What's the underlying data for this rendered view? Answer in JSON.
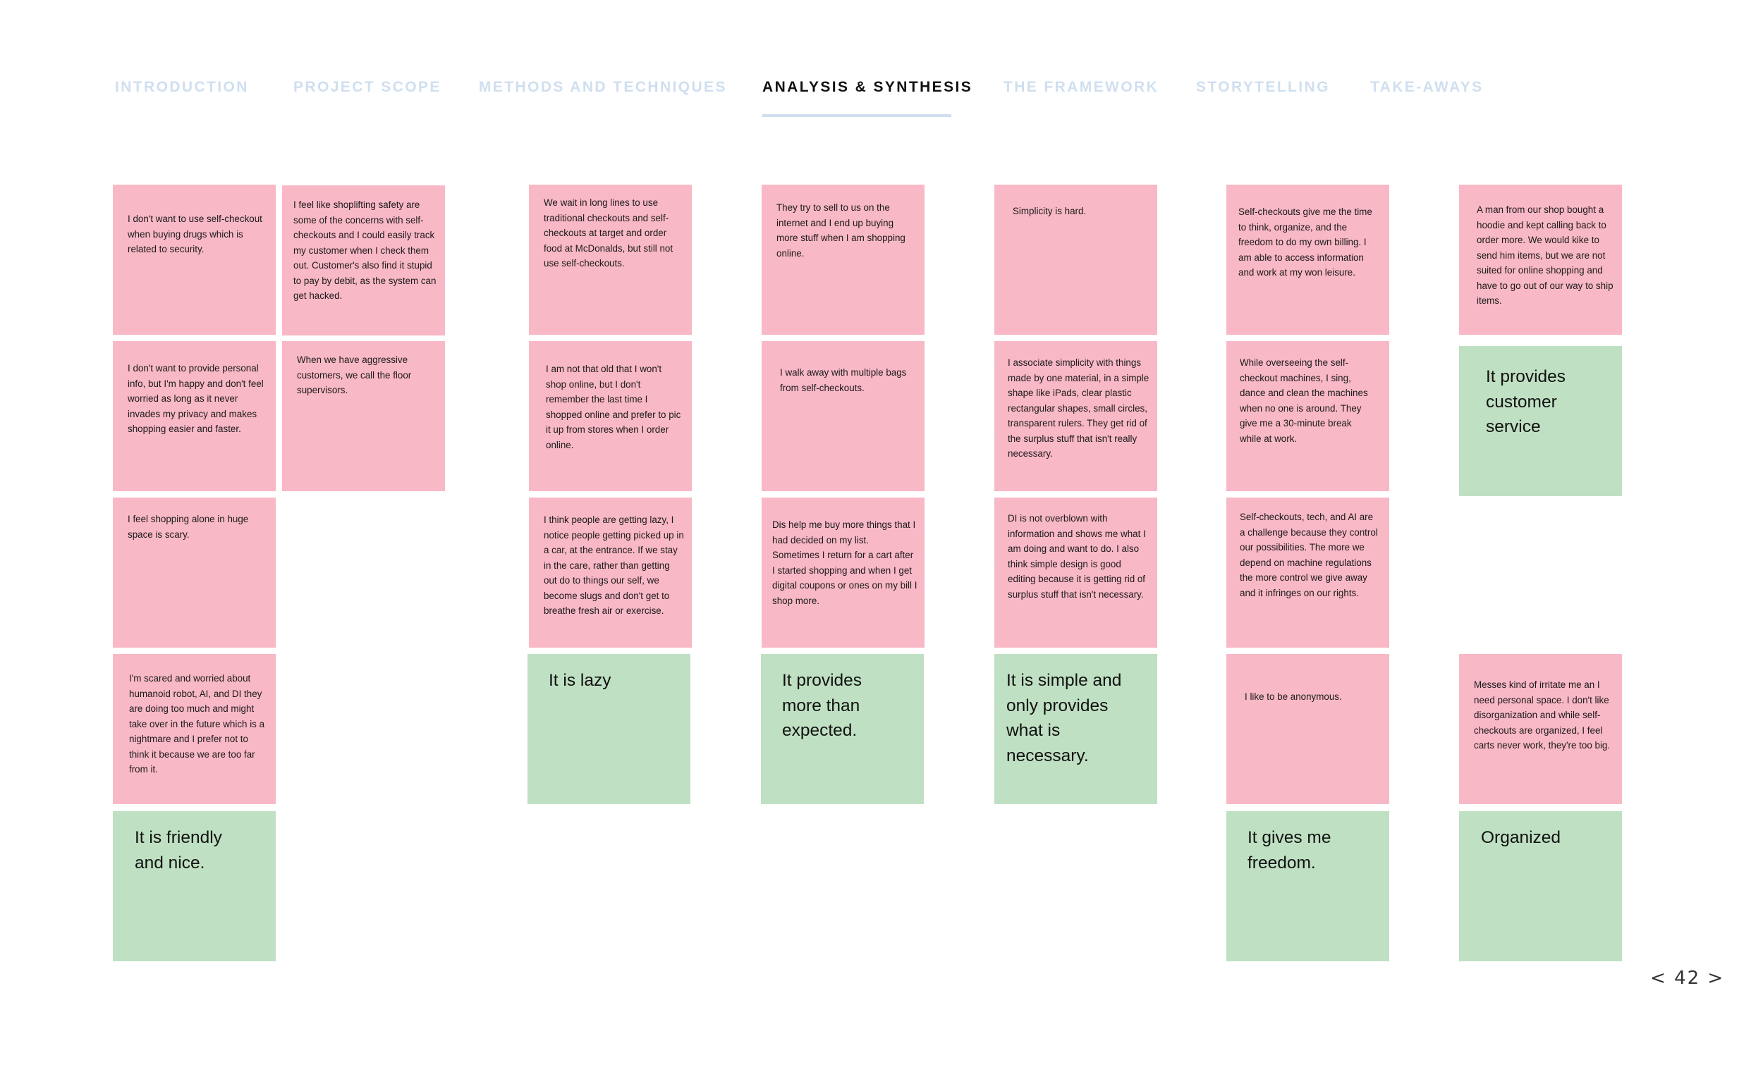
{
  "nav": {
    "items": [
      {
        "label": "INTRODUCTION",
        "active": false
      },
      {
        "label": "PROJECT SCOPE",
        "active": false
      },
      {
        "label": "METHODS AND TECHNIQUES",
        "active": false
      },
      {
        "label": "ANALYSIS & SYNTHESIS",
        "active": true
      },
      {
        "label": "THE FRAMEWORK",
        "active": false
      },
      {
        "label": "STORYTELLING",
        "active": false
      },
      {
        "label": "TAKE-AWAYS",
        "active": false
      }
    ]
  },
  "colors": {
    "pink_note": "#f9b8c6",
    "green_note": "#bfe0c2",
    "nav_inactive": "#cfdff0",
    "nav_active": "#111111",
    "underline": "#cfdff0"
  },
  "board": {
    "col_a": {
      "n1": "I don't want to use self-checkout when buying drugs which is related to security.",
      "n2": "I don't want to provide personal info, but I'm happy and don't feel worried as long as it never invades my privacy and makes shopping easier and faster.",
      "n3": "I feel shopping alone in huge space is scary.",
      "n4": "I'm scared and worried about humanoid robot, AI, and DI they are doing too much and might take over in the future which is a nightmare and I prefer not to think it because we are too far from it.",
      "insight": "It is friendly and nice."
    },
    "col_b": {
      "n1": "I feel like shoplifting safety are some of the concerns with self-checkouts and I could easily track my customer when I check them out. Customer's also find it stupid to pay by debit, as the system can get hacked.",
      "n2": "When we have aggressive customers, we call the floor supervisors."
    },
    "col_c": {
      "n1": "We wait in long lines to use traditional checkouts and self-checkouts at target and order food at McDonalds, but still not use self-checkouts.",
      "n2": "I am not that old that I won't shop online, but I don't remember the last time I shopped online and prefer to pic it up from stores when I order online.",
      "n3": "I think people are getting lazy, I notice people getting picked up in a car, at the entrance. If we stay in the care, rather than getting out do to things our self, we become slugs and don't get to breathe fresh air or exercise.",
      "insight": "It is lazy"
    },
    "col_d": {
      "n1": "They try to sell to us on the internet and I end up buying more stuff when I am shopping online.",
      "n2": "I walk away with multiple bags from self-checkouts.",
      "n3": "Dis help me buy more things that I had decided on my list. Sometimes I return for a cart after I started shopping and when I get digital coupons or ones on my bill I shop more.",
      "insight": "It provides more than expected."
    },
    "col_e": {
      "n1": "Simplicity is hard.",
      "n2": "I associate simplicity with things made by one material, in a simple shape like iPads, clear plastic rectangular shapes, small circles, transparent rulers. They get rid of the surplus stuff that isn't really necessary.",
      "n3": "DI is not overblown with information and shows me what I am doing and want to do. I also think simple design is good editing because it is getting rid of surplus stuff that isn't necessary.",
      "insight": "It is simple and only provides what is necessary."
    },
    "col_f": {
      "n1": "Self-checkouts give me the time to think, organize, and the freedom to do my own billing. I am able to access information and work at my won leisure.",
      "n2": "While overseeing the self-checkout machines, I sing, dance and clean the machines when no one is around. They give me a 30-minute break while at work.",
      "n3": "Self-checkouts, tech, and AI are a challenge because they control our possibilities. The more we depend on machine regulations the more control we give away and it infringes on our rights.",
      "n4": "I like to be anonymous.",
      "insight": "It gives me freedom."
    },
    "col_g": {
      "n1": "A man from our shop bought a hoodie and kept calling back to order more. We would kike to send him items, but we are not suited for online shopping and have to go out of our way to ship items.",
      "insight1": "It provides customer service",
      "n2": "Messes kind of irritate me an I need personal space. I don't like disorganization and while self-checkouts are organized, I feel carts never work, they're too big.",
      "insight2": "Organized"
    }
  },
  "pager": {
    "prev": "<",
    "page": "42",
    "next": ">"
  }
}
